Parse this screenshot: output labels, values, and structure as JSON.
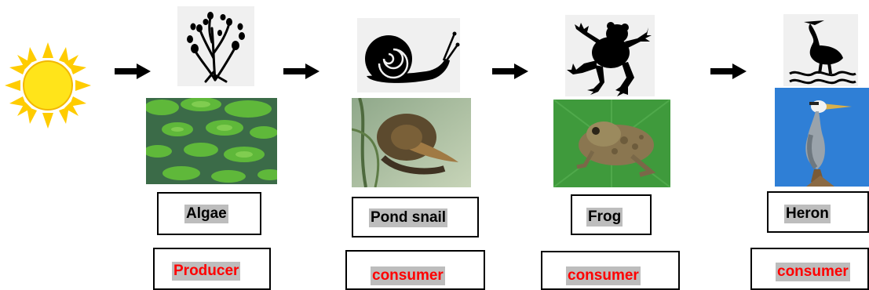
{
  "chain": [
    {
      "name": "Algae",
      "role": "Producer",
      "silhouette_icon": "seaweed-icon",
      "photo": "algae-photo"
    },
    {
      "name": "Pond snail",
      "role": "consumer",
      "silhouette_icon": "snail-icon",
      "photo": "pond-snail-photo"
    },
    {
      "name": "Frog",
      "role": "consumer",
      "silhouette_icon": "frog-icon",
      "photo": "frog-photo"
    },
    {
      "name": "Heron",
      "role": "consumer",
      "silhouette_icon": "heron-icon",
      "photo": "heron-photo"
    }
  ],
  "colors": {
    "role_text": "#ff0000",
    "label_highlight": "#bdbdbd",
    "sun": "#ffd200",
    "silhouette_bg": "#f0f0f0"
  }
}
